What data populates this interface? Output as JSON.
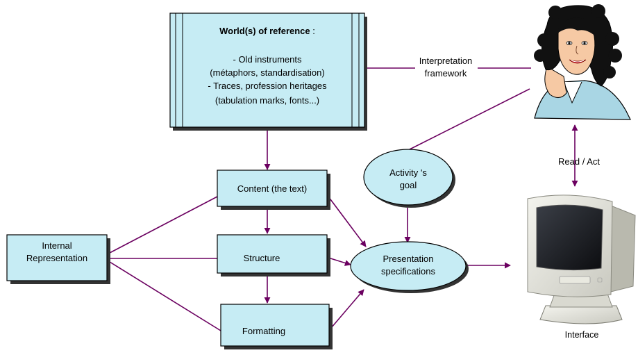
{
  "world_box": {
    "title": "World(s) of  reference",
    "title_suffix": " :",
    "lines": [
      "- Old instruments",
      "(métaphors, standardisation)",
      "- Traces, profession heritages",
      "(tabulation marks, fonts...)"
    ]
  },
  "nodes": {
    "content": "Content (the text)",
    "structure": "Structure",
    "formatting": "Formatting",
    "internal_line1": "Internal",
    "internal_line2": "Representation",
    "goal_line1": "Activity 's",
    "goal_line2": "goal",
    "spec_line1": "Presentation",
    "spec_line2": "specifications"
  },
  "edge_labels": {
    "interp_line1": "Interpretation",
    "interp_line2": "framework",
    "read_act": "Read / Act",
    "interface": "Interface"
  },
  "colors": {
    "box_fill": "#c6ecf4",
    "edge": "#6b0060",
    "shadow": "#333333"
  },
  "icons": {
    "person": "woman-illustration-icon",
    "monitor": "crt-monitor-icon"
  }
}
